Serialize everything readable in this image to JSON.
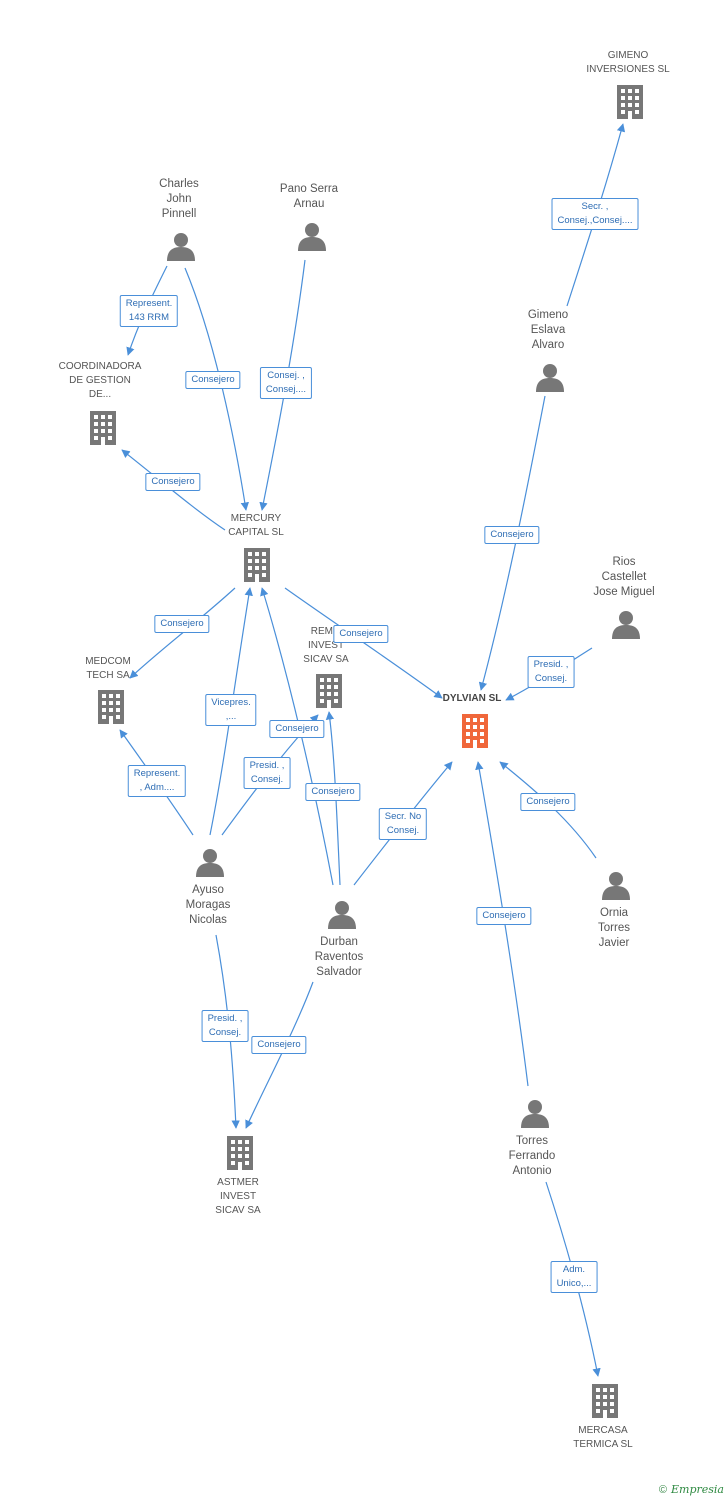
{
  "nodes": {
    "gimeno_inversiones": {
      "label": "GIMENO\nINVERSIONES SL",
      "kind": "company"
    },
    "charles": {
      "label": "Charles\nJohn\nPinnell",
      "kind": "person"
    },
    "pano": {
      "label": "Pano Serra\nArnau",
      "kind": "person"
    },
    "gimeno_eslava": {
      "label": "Gimeno\nEslava\nAlvaro",
      "kind": "person"
    },
    "coordinadora": {
      "label": "COORDINADORA\nDE GESTION\nDE...",
      "kind": "company"
    },
    "mercury": {
      "label": "MERCURY\nCAPITAL SL",
      "kind": "company"
    },
    "rios": {
      "label": "Rios\nCastellet\nJose Miguel",
      "kind": "person"
    },
    "remax": {
      "label": "REM...\nINVEST\nSICAV SA",
      "kind": "company"
    },
    "medcom": {
      "label": "MEDCOM\nTECH SA",
      "kind": "company"
    },
    "dylvian": {
      "label": "DYLVIAN SL",
      "kind": "focus"
    },
    "ayuso": {
      "label": "Ayuso\nMoragas\nNicolas",
      "kind": "person"
    },
    "durban": {
      "label": "Durban\nRaventos\nSalvador",
      "kind": "person"
    },
    "ornia": {
      "label": "Ornia\nTorres\nJavier",
      "kind": "person"
    },
    "astmer": {
      "label": "ASTMER\nINVEST\nSICAV SA",
      "kind": "company"
    },
    "torres": {
      "label": "Torres\nFerrando\nAntonio",
      "kind": "person"
    },
    "mercasa": {
      "label": "MERCASA\nTERMICA SL",
      "kind": "company"
    }
  },
  "edges": [
    {
      "id": "e1",
      "label": "Secr. ,\nConsej.,Consej...."
    },
    {
      "id": "e2",
      "label": "Represent.\n143 RRM"
    },
    {
      "id": "e3",
      "label": "Consejero"
    },
    {
      "id": "e4",
      "label": "Consej. ,\nConsej...."
    },
    {
      "id": "e5",
      "label": "Consejero"
    },
    {
      "id": "e6",
      "label": "Consejero"
    },
    {
      "id": "e7",
      "label": "Consejero"
    },
    {
      "id": "e8",
      "label": "Consejero"
    },
    {
      "id": "e9",
      "label": "Presid. ,\nConsej."
    },
    {
      "id": "e10",
      "label": "Vicepres.\n,..."
    },
    {
      "id": "e11",
      "label": "Consejero"
    },
    {
      "id": "e12",
      "label": "Represent.\n, Adm...."
    },
    {
      "id": "e13",
      "label": "Presid. ,\nConsej."
    },
    {
      "id": "e14",
      "label": "Consejero"
    },
    {
      "id": "e15",
      "label": "Secr. No\nConsej."
    },
    {
      "id": "e16",
      "label": "Consejero"
    },
    {
      "id": "e17",
      "label": "Consejero"
    },
    {
      "id": "e18",
      "label": "Presid. ,\nConsej."
    },
    {
      "id": "e19",
      "label": "Consejero"
    },
    {
      "id": "e20",
      "label": "Adm.\nUnico,..."
    }
  ],
  "footer": {
    "copyright": "©",
    "brand": "Empresia"
  },
  "colors": {
    "edge": "#4a8fd9",
    "icon": "#777777",
    "focus": "#f0673a",
    "label": "#2e6db4"
  }
}
